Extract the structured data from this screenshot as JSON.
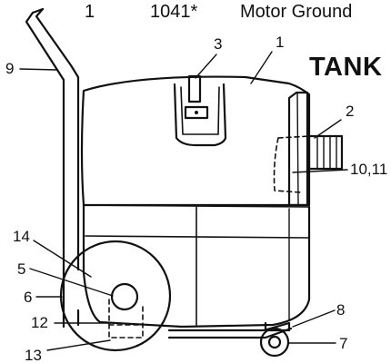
{
  "header": {
    "qty": "1",
    "part_number": "1041*",
    "description": "Motor Ground"
  },
  "section_title": "TANK",
  "callouts": [
    "1",
    "2",
    "3",
    "5",
    "6",
    "7",
    "8",
    "9",
    "10,11",
    "12",
    "13",
    "14"
  ]
}
